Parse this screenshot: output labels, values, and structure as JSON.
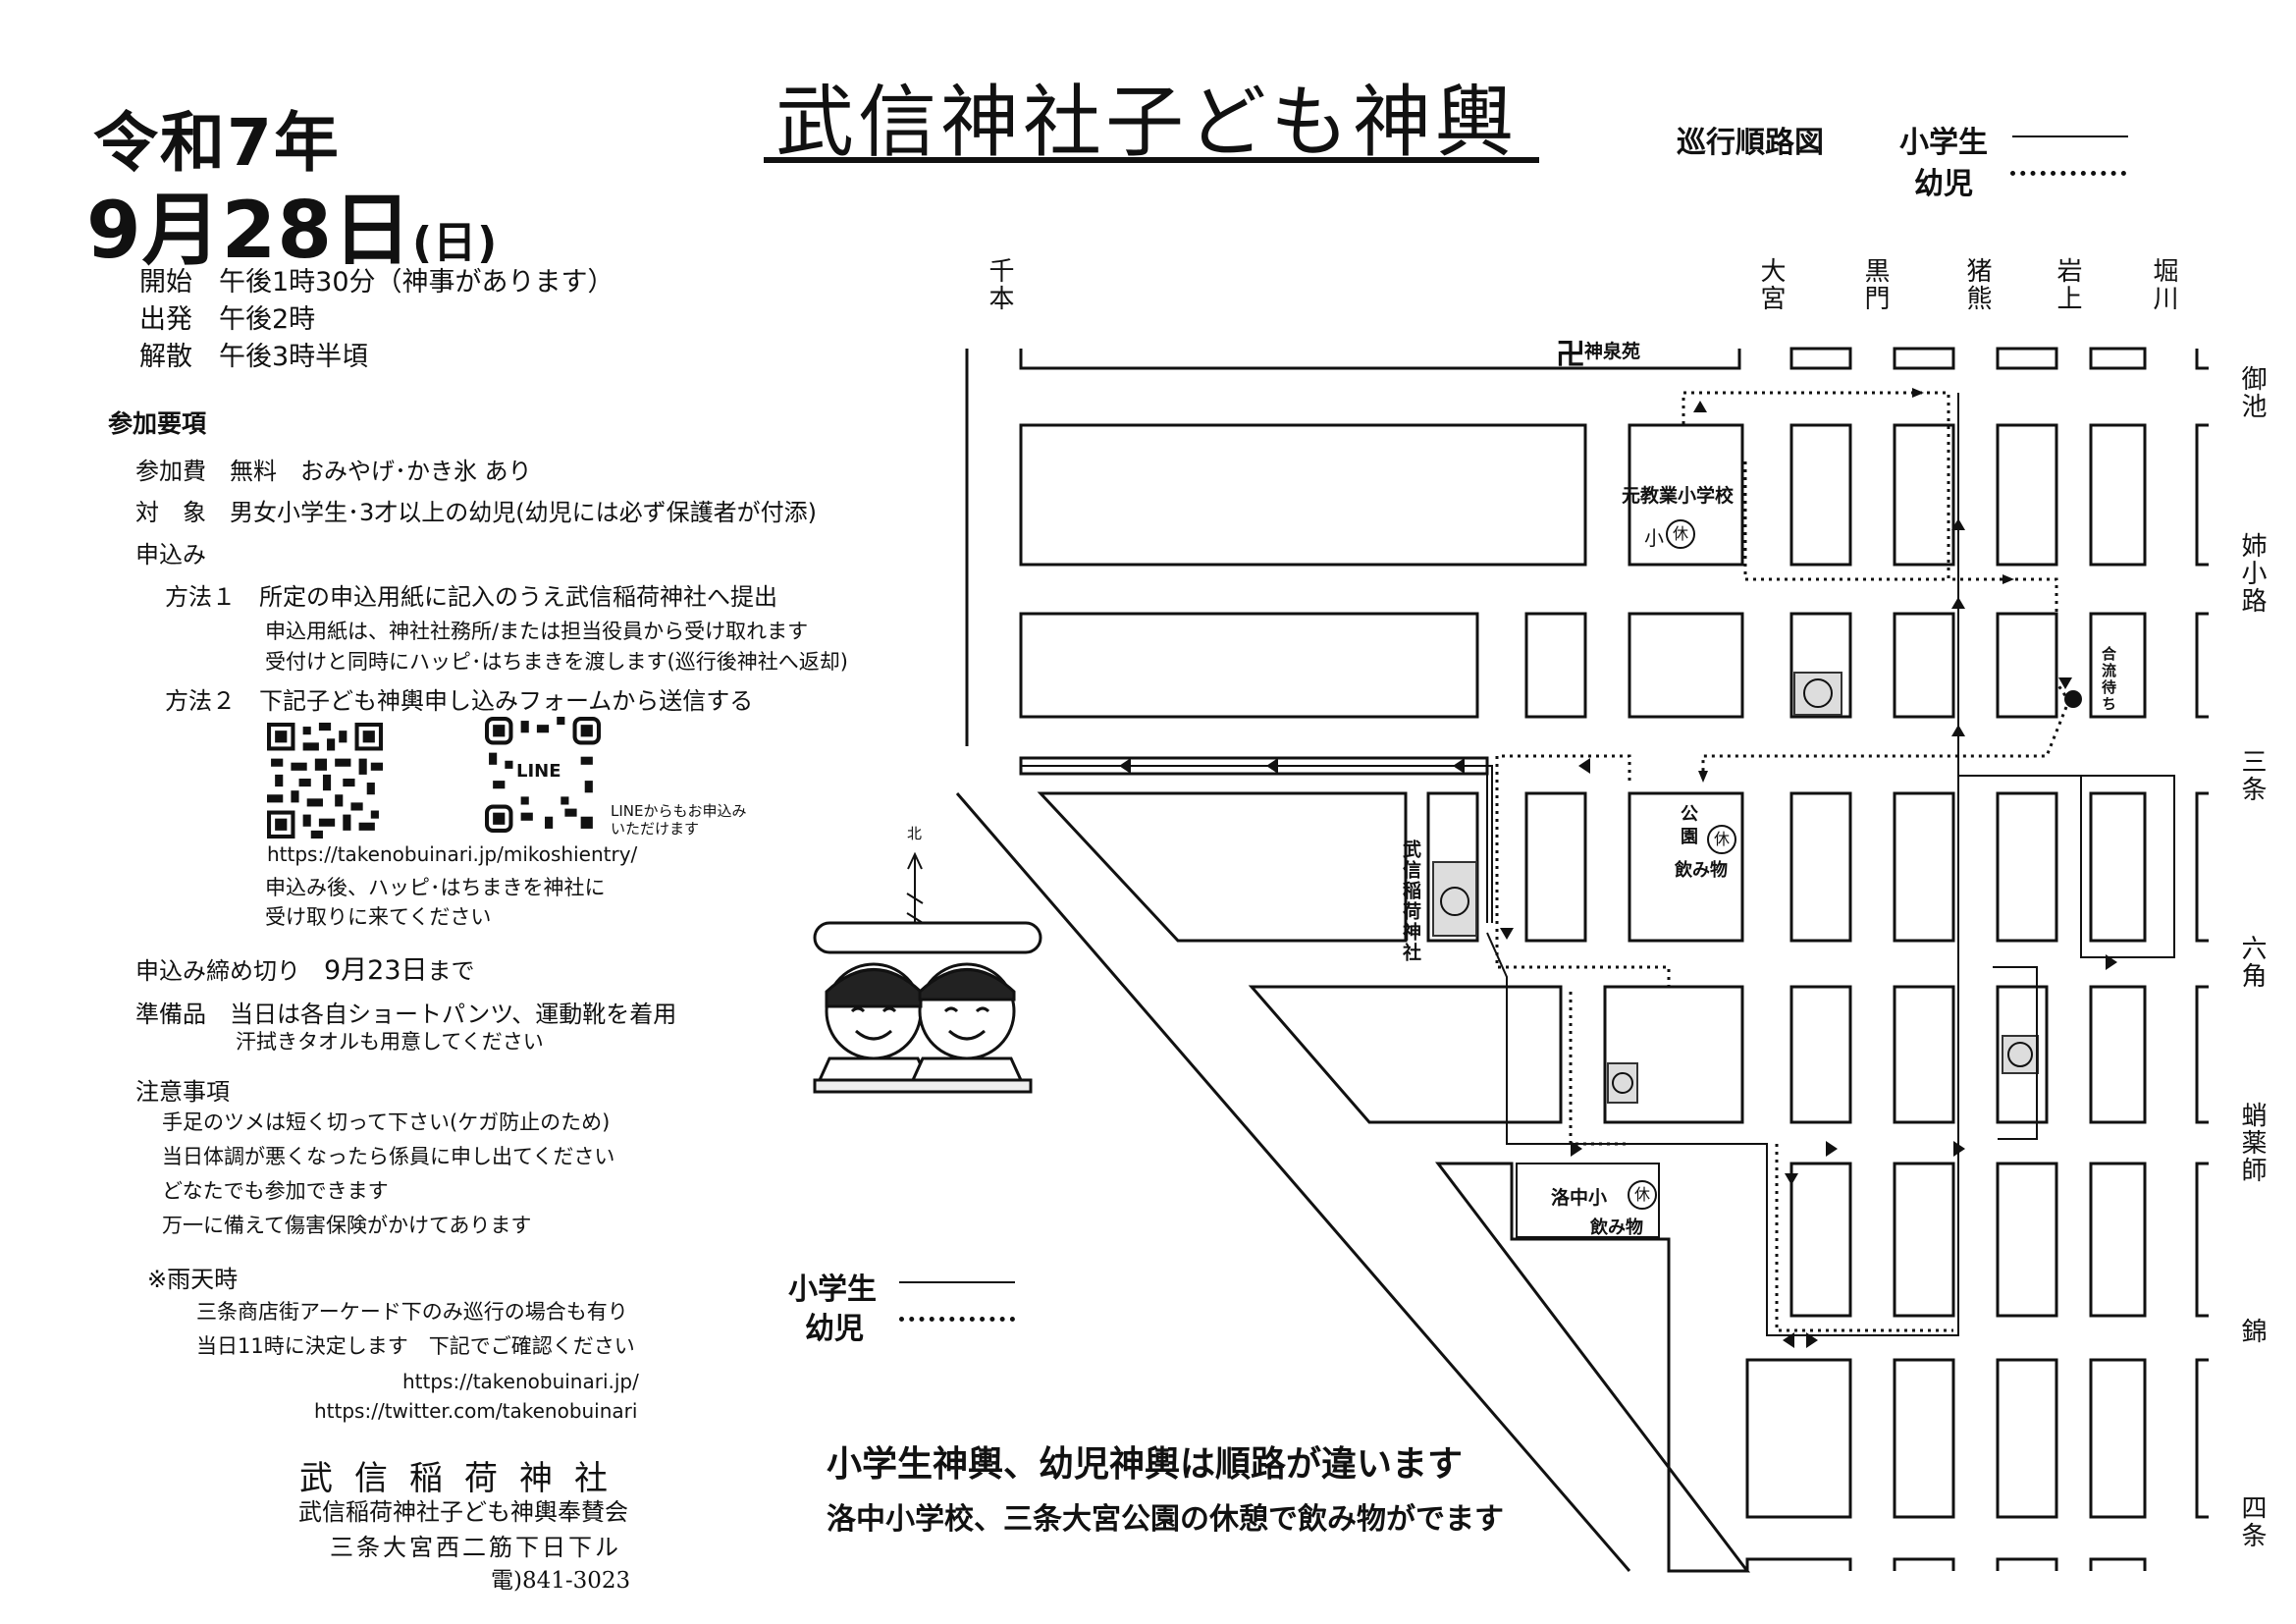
{
  "header": {
    "year": "令和7年",
    "date_main": "9月28日",
    "date_day": "(日)",
    "title": "武信神社子ども神輿"
  },
  "schedule": [
    {
      "label": "開始",
      "value": "午後1時30分（神事があります）"
    },
    {
      "label": "出発",
      "value": "午後2時"
    },
    {
      "label": "解散",
      "value": "午後3時半頃"
    }
  ],
  "requirements": {
    "heading": "参加要項",
    "fee_label": "参加費",
    "fee_value": "無料　おみやげ･かき氷 あり",
    "target_label": "対　象",
    "target_value": "男女小学生･3才以上の幼児(幼児には必ず保護者が付添)",
    "apply_heading": "申込み",
    "method1_label": "方法１",
    "method1_text": "所定の申込用紙に記入のうえ武信稲荷神社へ提出",
    "method1_note1": "申込用紙は、神社社務所/または担当役員から受け取れます",
    "method1_note2": "受付けと同時にハッピ･はちまきを渡します(巡行後神社へ返却)",
    "method2_label": "方法２",
    "method2_text": "下記子ども神輿申し込みフォームから送信する",
    "line_label": "LINE",
    "line_note1": "LINEからもお申込み",
    "line_note2": "いただけます",
    "form_url": "https://takenobuinari.jp/mikoshientry/",
    "after_note1": "申込み後、ハッピ･はちまきを神社に",
    "after_note2": "受け取りに来てください",
    "deadline_label": "申込み締め切り",
    "deadline_value": "9月23日",
    "deadline_suffix": "まで",
    "prep_label": "準備品",
    "prep_line1": "当日は各自ショートパンツ、運動靴を着用",
    "prep_line2": "汗拭きタオルも用意してください"
  },
  "cautions": {
    "heading": "注意事項",
    "items": [
      "手足のツメは短く切って下さい(ケガ防止のため)",
      "当日体調が悪くなったら係員に申し出てください",
      "どなたでも参加できます",
      "万一に備えて傷害保険がかけてあります"
    ]
  },
  "rain": {
    "heading": "※雨天時",
    "line1": "三条商店街アーケード下のみ巡行の場合も有り",
    "line2": "当日11時に決定します　下記でご確認ください",
    "url1": "https://takenobuinari.jp/",
    "url2": "https://twitter.com/takenobuinari"
  },
  "organizer": {
    "name": "武信稲荷神社",
    "group": "武信稲荷神社子ども神輿奉賛会",
    "address": "三条大宮西二筋下日下ル",
    "phone": "電)841-3023"
  },
  "map": {
    "legend_title": "巡行順路図",
    "legend_elem": "小学生",
    "legend_kinder": "幼児",
    "streets_top": [
      "千本",
      "大宮",
      "黒門",
      "猪熊",
      "岩上",
      "堀川"
    ],
    "streets_right": [
      "御池",
      "姉小路",
      "三条",
      "六角",
      "蛸薬師",
      "錦",
      "四条"
    ],
    "north": "北",
    "shinsenen": "神泉苑",
    "school_label": "元教業小学校",
    "school_rest": "小",
    "rest_mark": "休",
    "park_label1": "公",
    "park_label2": "園",
    "drink": "飲み物",
    "shrine_label": "武信稲荷神社",
    "rakuchu_label": "洛中小",
    "meeting_label": "合流待ち"
  },
  "notes": {
    "line1": "小学生神輿、幼児神輿は順路が違います",
    "line2": "洛中小学校、三条大宮公園の休憩で飲み物がでます"
  }
}
